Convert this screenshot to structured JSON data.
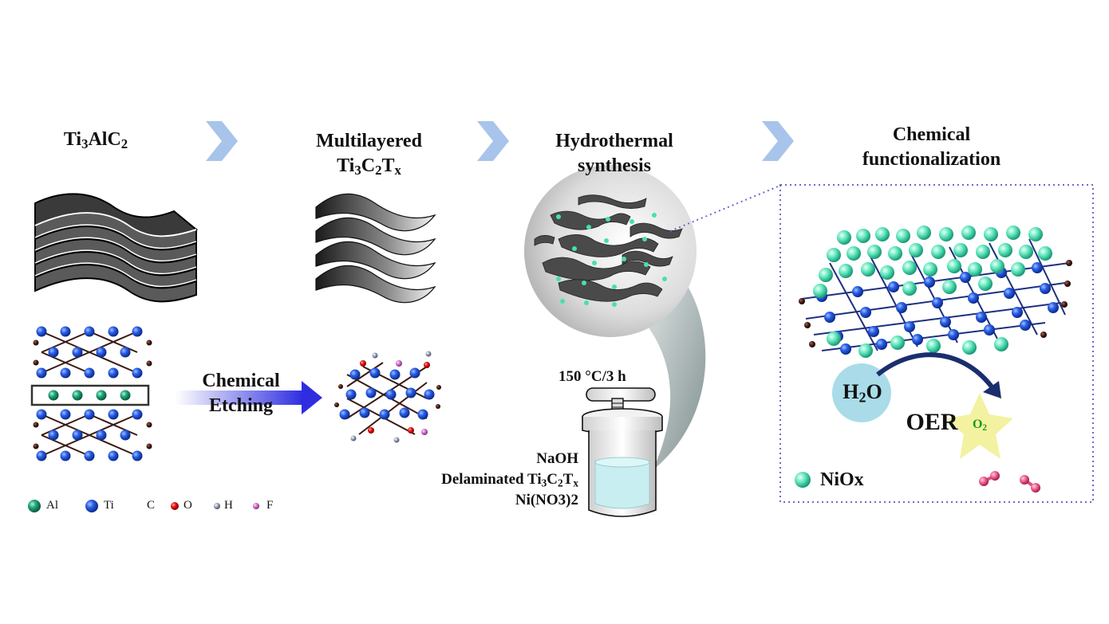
{
  "steps": {
    "step1_title": {
      "pre": "Ti",
      "s1": "3",
      "mid": "AlC",
      "s2": "2"
    },
    "step2_title_line1": "Multilayered",
    "step2_title_line2": {
      "pre": "Ti",
      "s1": "3",
      "mid": "C",
      "s2": "2",
      "post": "T",
      "s3": "x"
    },
    "step3_title_line1": "Hydrothermal",
    "step3_title_line2": "synthesis",
    "step4_title_line1": "Chemical",
    "step4_title_line2": "functionalization"
  },
  "etching": {
    "line1": "Chemical",
    "line2": "Etching"
  },
  "reactor": {
    "condition": "150 °C/3 h",
    "reagent1": "NaOH",
    "reagent2": {
      "pre": "Delaminated Ti",
      "s1": "3",
      "mid": "C",
      "s2": "2",
      "post": "T",
      "s3": "x"
    },
    "reagent3": "Ni(NO3)2"
  },
  "oer": {
    "reactant": {
      "pre": "H",
      "s1": "2",
      "post": "O"
    },
    "label": "OER",
    "product": {
      "pre": "O",
      "s1": "2"
    }
  },
  "niox_legend": "NiOx",
  "legend": [
    {
      "label": "Al",
      "color": "#1a9a6e",
      "icon": "sphere"
    },
    {
      "label": "Ti",
      "color": "#1d4fd6",
      "icon": "sphere"
    },
    {
      "label": "C",
      "color": "#3a1a12",
      "icon": "sphere"
    },
    {
      "label": "O",
      "color": "#e01010",
      "icon": "sphere"
    },
    {
      "label": "H",
      "color": "#8f98b0",
      "icon": "sphere"
    },
    {
      "label": "F",
      "color": "#cc66cc",
      "icon": "sphere"
    }
  ],
  "colors": {
    "chevron": "#a8c4ea",
    "etching_arrow": "#2e2ee0",
    "niox": "#47e0b0",
    "h2o_bubble": "#a9dce8",
    "o2_star": "#f2f2a0",
    "o2_text": "#1a9a1a",
    "oer_arrow": "#1a2e6e",
    "dotted_frame": "#6a6ad0"
  }
}
